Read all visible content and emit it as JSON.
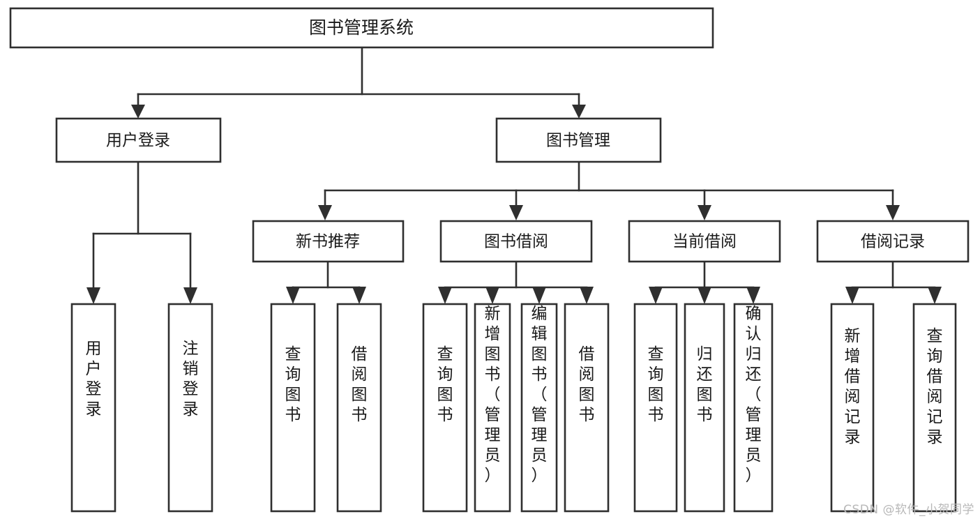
{
  "diagram": {
    "title": "图书管理系统",
    "watermark": "CSDN @软件_小贺同学",
    "colors": {
      "background": "#ffffff",
      "box_stroke": "#2f2f2f",
      "box_fill": "#ffffff",
      "text": "#1a1a1a",
      "connector": "#2f2f2f",
      "watermark": "#b8b8b8"
    },
    "root": {
      "label": "图书管理系统"
    },
    "level2": [
      {
        "label": "用户登录"
      },
      {
        "label": "图书管理"
      }
    ],
    "level3": [
      {
        "label": "新书推荐"
      },
      {
        "label": "图书借阅"
      },
      {
        "label": "当前借阅"
      },
      {
        "label": "借阅记录"
      }
    ],
    "leaves": {
      "user_login": [
        {
          "label": "用户登录"
        },
        {
          "label": "注销登录"
        }
      ],
      "new_book_recommend": [
        {
          "label": "查询图书"
        },
        {
          "label": "借阅图书"
        }
      ],
      "book_borrow": [
        {
          "label": "查询图书"
        },
        {
          "label": "新增图书（管理员）"
        },
        {
          "label": "编辑图书（管理员）"
        },
        {
          "label": "借阅图书"
        }
      ],
      "current_borrow": [
        {
          "label": "查询图书"
        },
        {
          "label": "归还图书"
        },
        {
          "label": "确认归还（管理员）"
        }
      ],
      "borrow_record": [
        {
          "label": "新增借阅记录"
        },
        {
          "label": "查询借阅记录"
        }
      ]
    }
  }
}
